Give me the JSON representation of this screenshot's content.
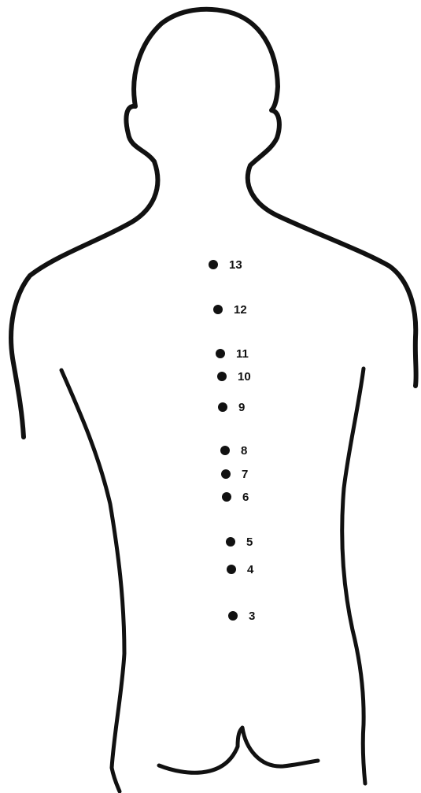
{
  "colors": {
    "ink": "#111111",
    "background": "#ffffff"
  },
  "points": [
    {
      "label": "13"
    },
    {
      "label": "12"
    },
    {
      "label": "11"
    },
    {
      "label": "10"
    },
    {
      "label": "9"
    },
    {
      "label": "8"
    },
    {
      "label": "7"
    },
    {
      "label": "6"
    },
    {
      "label": "5"
    },
    {
      "label": "4"
    },
    {
      "label": "3"
    }
  ]
}
